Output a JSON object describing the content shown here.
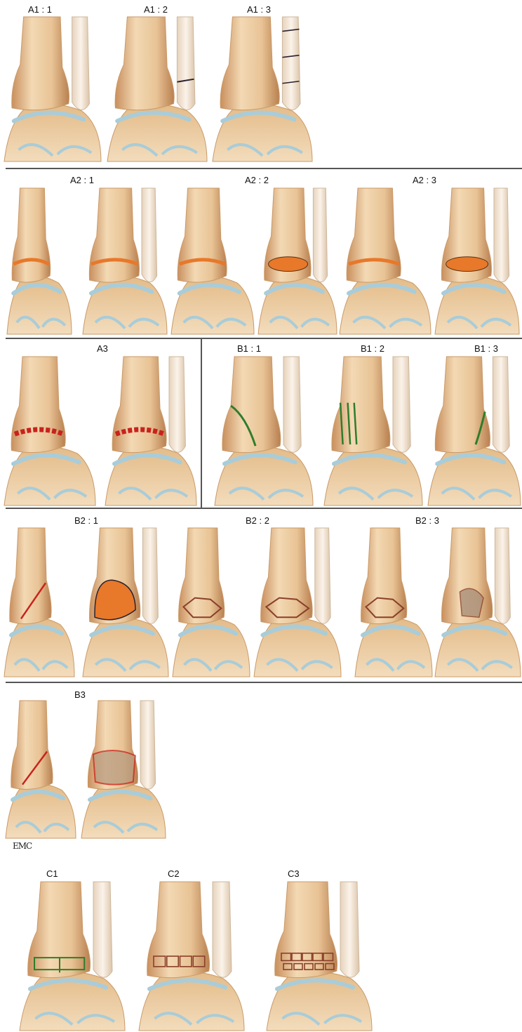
{
  "panels": [
    {
      "id": "a1-1",
      "label": "A1 : 1"
    },
    {
      "id": "a1-2",
      "label": "A1 : 2"
    },
    {
      "id": "a1-3",
      "label": "A1 : 3"
    },
    {
      "id": "a2-1",
      "label": "A2 : 1"
    },
    {
      "id": "a2-2",
      "label": "A2 : 2"
    },
    {
      "id": "a2-3",
      "label": "A2 : 3"
    },
    {
      "id": "a3",
      "label": "A3"
    },
    {
      "id": "b1-1",
      "label": "B1 : 1"
    },
    {
      "id": "b1-2",
      "label": "B1 : 2"
    },
    {
      "id": "b1-3",
      "label": "B1 : 3"
    },
    {
      "id": "b2-1",
      "label": "B2 : 1"
    },
    {
      "id": "b2-2",
      "label": "B2 : 2"
    },
    {
      "id": "b2-3",
      "label": "B2 : 3"
    },
    {
      "id": "b3",
      "label": "B3"
    },
    {
      "id": "c1",
      "label": "C1"
    },
    {
      "id": "c2",
      "label": "C2"
    },
    {
      "id": "c3",
      "label": "C3"
    }
  ],
  "logo_text": "EMC",
  "colors": {
    "bone": "#e9c9a0",
    "bone_shade": "#c99a68",
    "fibula": "#f1e3d2",
    "cartilage": "#a9ccd8",
    "fracture_dark": "#2a2230",
    "fracture_orange": "#e8782a",
    "fracture_red": "#c8221c",
    "fracture_green": "#2f7d2a",
    "fracture_brown": "#8a3f2a",
    "divider": "#555555"
  }
}
